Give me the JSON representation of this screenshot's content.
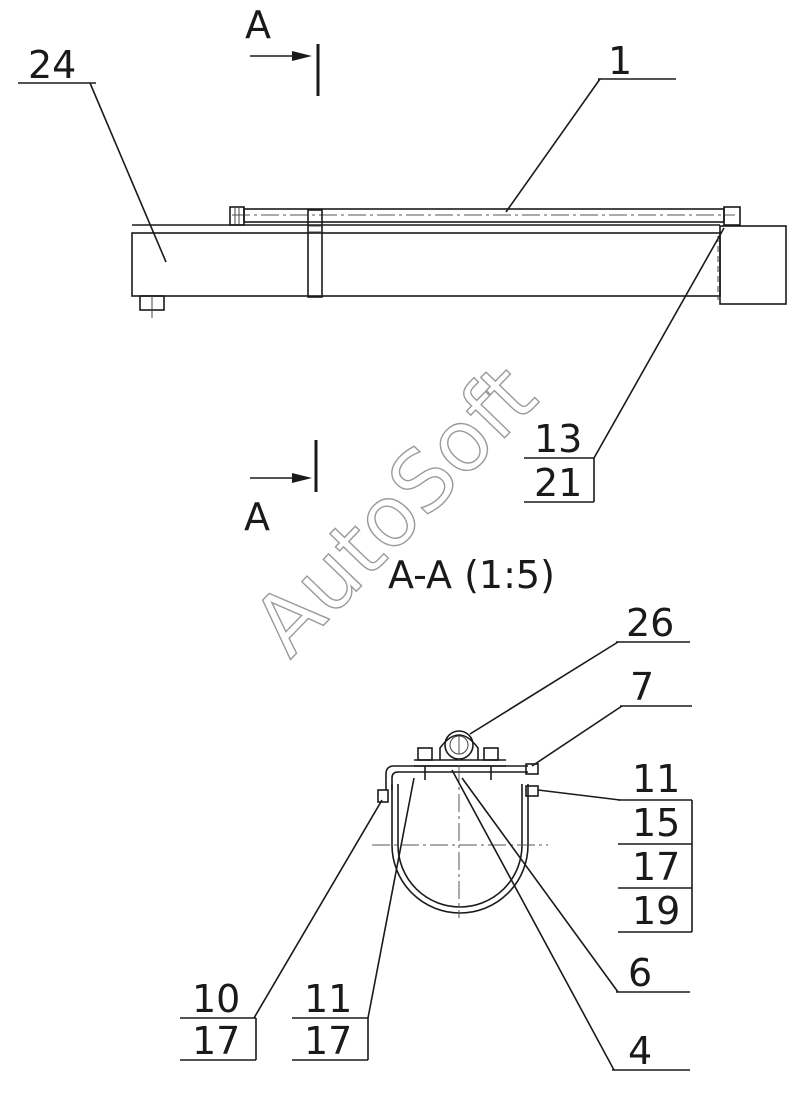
{
  "section_marks": {
    "top": "A",
    "bottom": "A"
  },
  "section_title": "A-A (1:5)",
  "callouts": {
    "c24": "24",
    "c1": "1",
    "c13": "13",
    "c21": "21",
    "c26": "26",
    "c7": "7",
    "c11a": "11",
    "c15": "15",
    "c17a": "17",
    "c19": "19",
    "c6": "6",
    "c4": "4",
    "c10": "10",
    "c17b": "17",
    "c11b": "11",
    "c17c": "17"
  },
  "watermark": "AutoSoft"
}
